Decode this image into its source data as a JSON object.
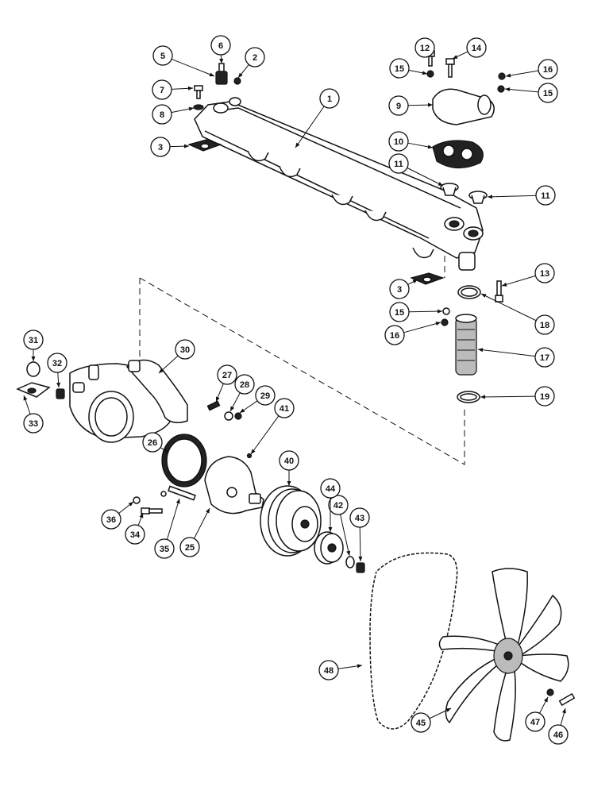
{
  "callouts": [
    {
      "id": "1"
    },
    {
      "id": "2"
    },
    {
      "id": "3"
    },
    {
      "id": "3"
    },
    {
      "id": "5"
    },
    {
      "id": "6"
    },
    {
      "id": "7"
    },
    {
      "id": "8"
    },
    {
      "id": "9"
    },
    {
      "id": "10"
    },
    {
      "id": "11"
    },
    {
      "id": "11"
    },
    {
      "id": "12"
    },
    {
      "id": "13"
    },
    {
      "id": "14"
    },
    {
      "id": "15"
    },
    {
      "id": "15"
    },
    {
      "id": "15"
    },
    {
      "id": "16"
    },
    {
      "id": "16"
    },
    {
      "id": "17"
    },
    {
      "id": "18"
    },
    {
      "id": "19"
    },
    {
      "id": "25"
    },
    {
      "id": "26"
    },
    {
      "id": "27"
    },
    {
      "id": "28"
    },
    {
      "id": "29"
    },
    {
      "id": "30"
    },
    {
      "id": "31"
    },
    {
      "id": "32"
    },
    {
      "id": "33"
    },
    {
      "id": "34"
    },
    {
      "id": "35"
    },
    {
      "id": "36"
    },
    {
      "id": "40"
    },
    {
      "id": "41"
    },
    {
      "id": "42"
    },
    {
      "id": "43"
    },
    {
      "id": "44"
    },
    {
      "id": "45"
    },
    {
      "id": "46"
    },
    {
      "id": "47"
    },
    {
      "id": "48"
    }
  ]
}
